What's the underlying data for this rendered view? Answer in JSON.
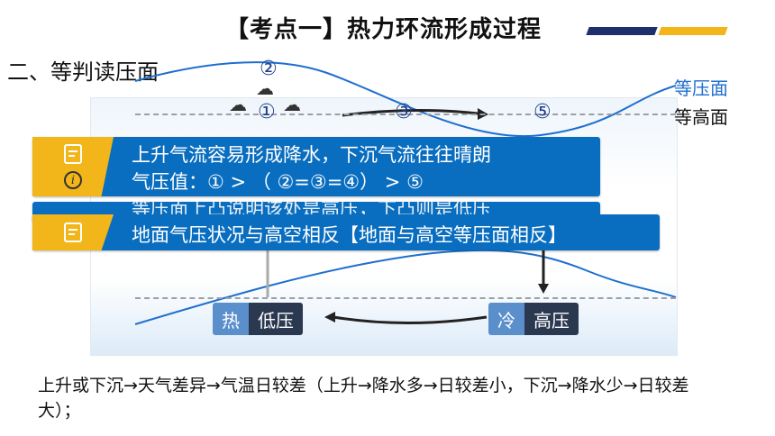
{
  "header": {
    "title": "【考点一】热力环流形成过程"
  },
  "section": {
    "subtitle": "二、等判读压面"
  },
  "diagram": {
    "isobar_label": "等压面",
    "isoheight_label": "等高面",
    "points": {
      "p1": "①",
      "p2": "②",
      "p3": "③",
      "p5": "⑤"
    },
    "weather_icon": "rain-cloud-icon",
    "hot": {
      "tag": "热",
      "label": "低压"
    },
    "cold": {
      "tag": "冷",
      "label": "高压"
    }
  },
  "bands": {
    "band1_line1": "上升气流容易形成降水，下沉气流往往晴朗",
    "band1_line2": "气压值：① > （ ②=③=④） > ⑤",
    "band2_hidden": "等压面上凸说明该处是高压，下凸则是低压",
    "band2_text": "地面气压状况与高空相反【地面与高空等压面相反】"
  },
  "footer": {
    "text": "上升或下沉→天气差异→气温日较差（上升→降水多→日较差小，下沉→降水少→日较差大）；"
  },
  "colors": {
    "band": "#0a6ec0",
    "badge": "#f2b61b",
    "isobar": "#1e6fcf",
    "navy": "#1f2f6e"
  }
}
